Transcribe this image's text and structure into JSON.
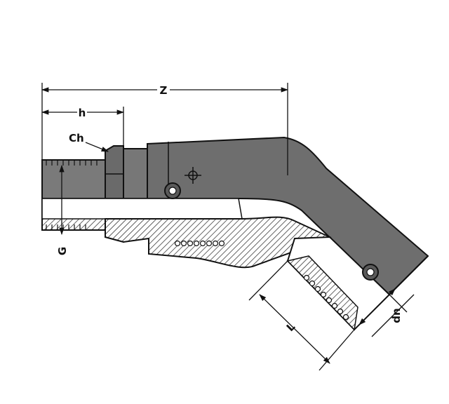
{
  "diagram": {
    "labels": {
      "z": "Z",
      "h": "h",
      "ch": "Ch",
      "g": "G",
      "l": "L",
      "dn": "dn"
    }
  }
}
